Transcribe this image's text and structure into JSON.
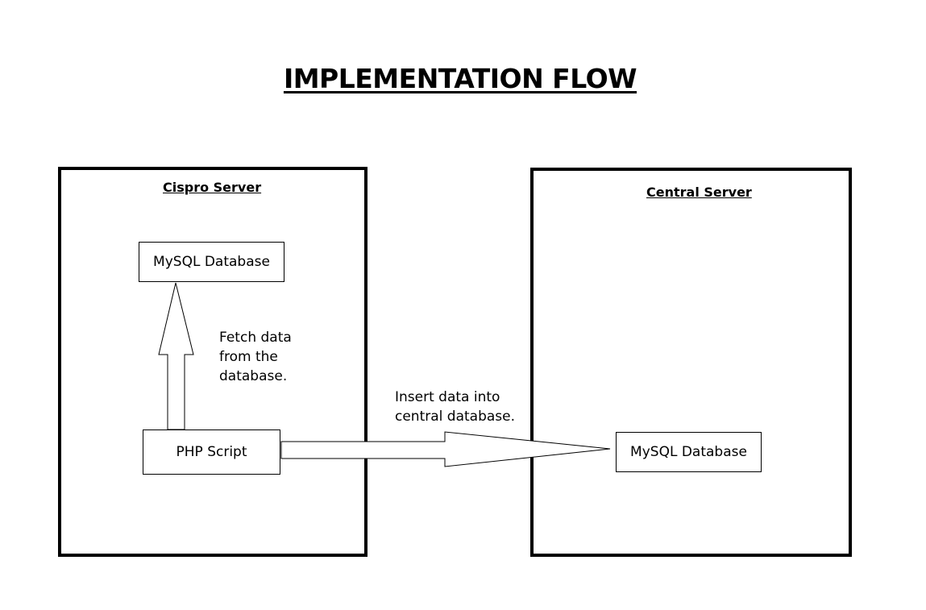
{
  "title": "IMPLEMENTATION FLOW",
  "servers": {
    "cispro": {
      "label": "Cispro Server"
    },
    "central": {
      "label": "Central Server"
    }
  },
  "nodes": {
    "cispro_db": "MySQL Database",
    "php_script": "PHP Script",
    "central_db": "MySQL Database"
  },
  "edges": {
    "fetch": {
      "line1": "Fetch data",
      "line2": "from the",
      "line3": "database."
    },
    "insert": {
      "line1": "Insert data into",
      "line2": "central database."
    }
  }
}
